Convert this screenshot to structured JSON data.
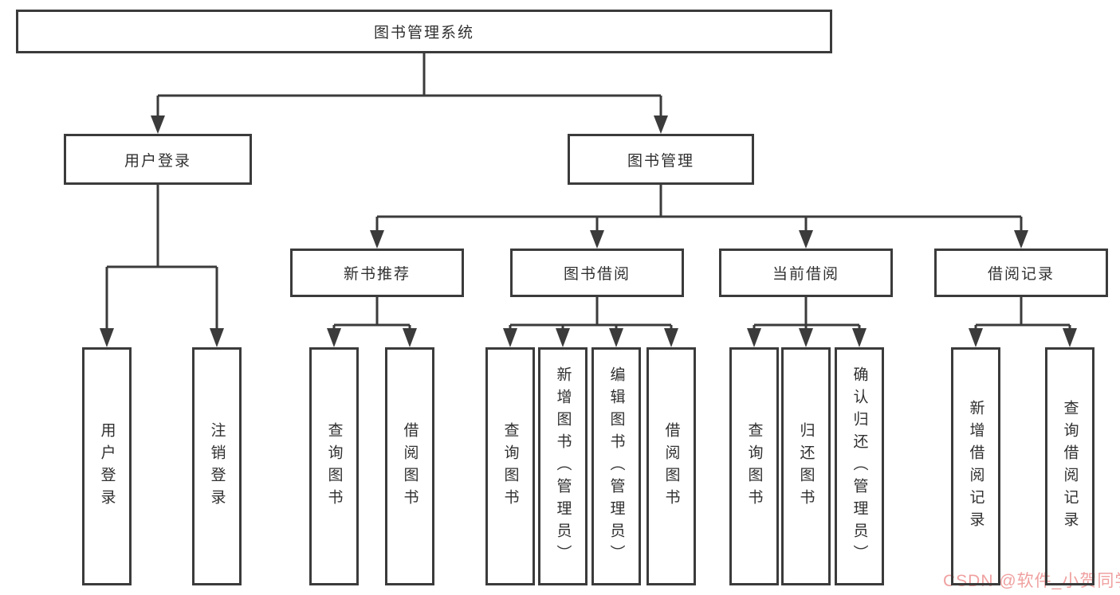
{
  "tree": {
    "root": {
      "label": "图书管理系统",
      "children": [
        {
          "label": "用户登录",
          "children": [
            {
              "label": "用户登录"
            },
            {
              "label": "注销登录"
            }
          ]
        },
        {
          "label": "图书管理",
          "children": [
            {
              "label": "新书推荐",
              "children": [
                {
                  "label": "查询图书"
                },
                {
                  "label": "借阅图书"
                }
              ]
            },
            {
              "label": "图书借阅",
              "children": [
                {
                  "label": "查询图书"
                },
                {
                  "label": "新增图书（管理员）"
                },
                {
                  "label": "编辑图书（管理员）"
                },
                {
                  "label": "借阅图书"
                }
              ]
            },
            {
              "label": "当前借阅",
              "children": [
                {
                  "label": "查询图书"
                },
                {
                  "label": "归还图书"
                },
                {
                  "label": "确认归还（管理员）"
                }
              ]
            },
            {
              "label": "借阅记录",
              "children": [
                {
                  "label": "新增借阅记录"
                },
                {
                  "label": "查询借阅记录"
                }
              ]
            }
          ]
        }
      ]
    }
  },
  "watermark": {
    "text": "CSDN @软件_小贺同学"
  },
  "colors": {
    "line": "#3b3b3b",
    "text": "#303030",
    "background": "#ffffff",
    "watermark": "#f0a0a0"
  }
}
